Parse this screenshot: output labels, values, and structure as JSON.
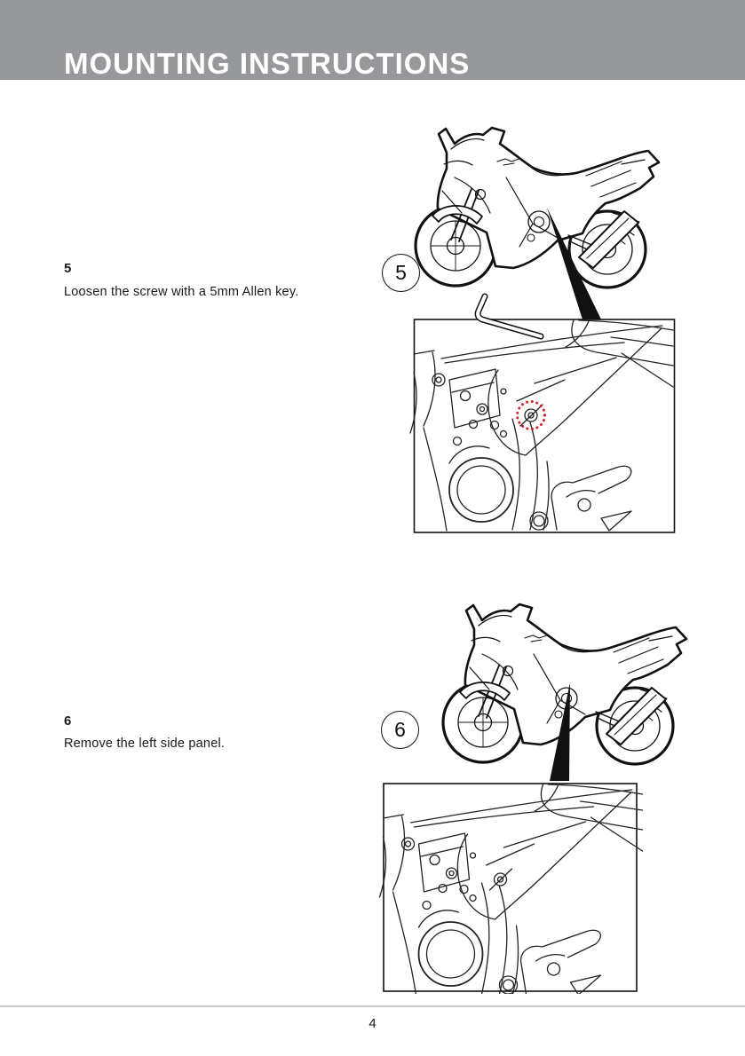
{
  "page": {
    "header": {
      "title": "MOUNTING INSTRUCTIONS"
    },
    "steps": [
      {
        "number": "5",
        "badge": "5",
        "instruction": "Loosen the screw with a 5mm Allen key."
      },
      {
        "number": "6",
        "badge": "6",
        "instruction": "Remove the left side panel."
      }
    ],
    "footer": {
      "page_number": "4"
    },
    "colors": {
      "header_gray": "#97989b",
      "highlight_red": "#d8232a",
      "line_black": "#111111",
      "divider_gray": "#c9c9c9"
    }
  }
}
